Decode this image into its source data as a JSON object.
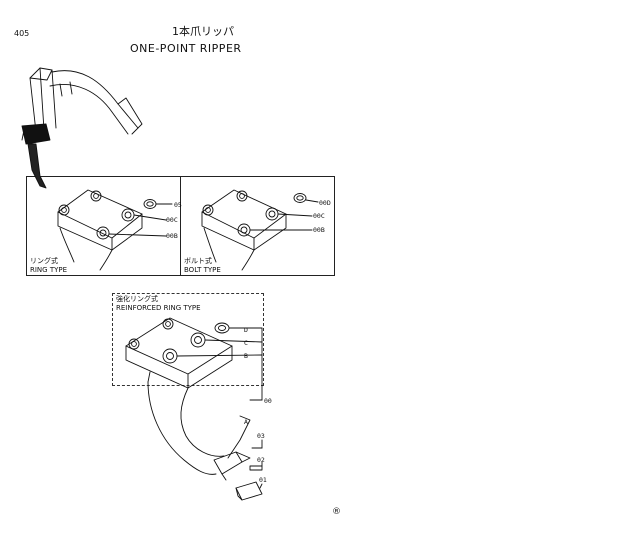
{
  "header": {
    "page_number": "405",
    "title_jp": "1本爪リッパ",
    "title_en": "ONE-POINT RIPPER"
  },
  "panels": {
    "ring_type": {
      "caption_jp": "リング式",
      "caption_en": "RING TYPE",
      "callouts": [
        "05",
        "00C",
        "00B"
      ]
    },
    "bolt_type": {
      "caption_jp": "ボルト式",
      "caption_en": "BOLT TYPE",
      "callouts": [
        "00D",
        "00C",
        "00B"
      ]
    },
    "reinforced_ring_type": {
      "caption_jp": "強化リング式",
      "caption_en": "REINFORCED RING TYPE",
      "callouts": [
        "D",
        "C",
        "B"
      ]
    }
  },
  "main_callouts": {
    "shank": "00",
    "a": "A",
    "pin": "03",
    "lock": "02",
    "point": "01"
  },
  "footer": {
    "mark": "®"
  }
}
